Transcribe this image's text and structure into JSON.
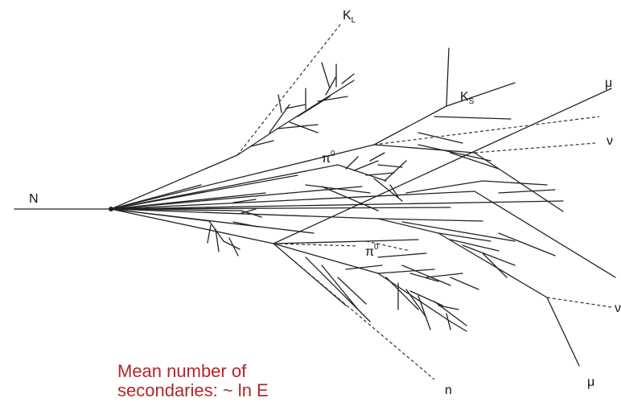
{
  "diagram": {
    "particles": {
      "N": "N",
      "KL": {
        "base": "K",
        "sub": "L"
      },
      "KS": {
        "base": "K",
        "sub": "S"
      },
      "pi0_upper": {
        "base": "π",
        "sup": "0"
      },
      "pi0_lower": {
        "base": "π",
        "sup": "0"
      },
      "mu_top": "μ",
      "nu_right": "ν",
      "nu_bottom_right": "ν",
      "mu_bottom": "μ",
      "n": "n"
    },
    "caption": {
      "line1": "Mean number of",
      "line2": "secondaries: ~ ln E"
    },
    "colors": {
      "lines": "#222222",
      "caption": "#b3262a"
    }
  }
}
